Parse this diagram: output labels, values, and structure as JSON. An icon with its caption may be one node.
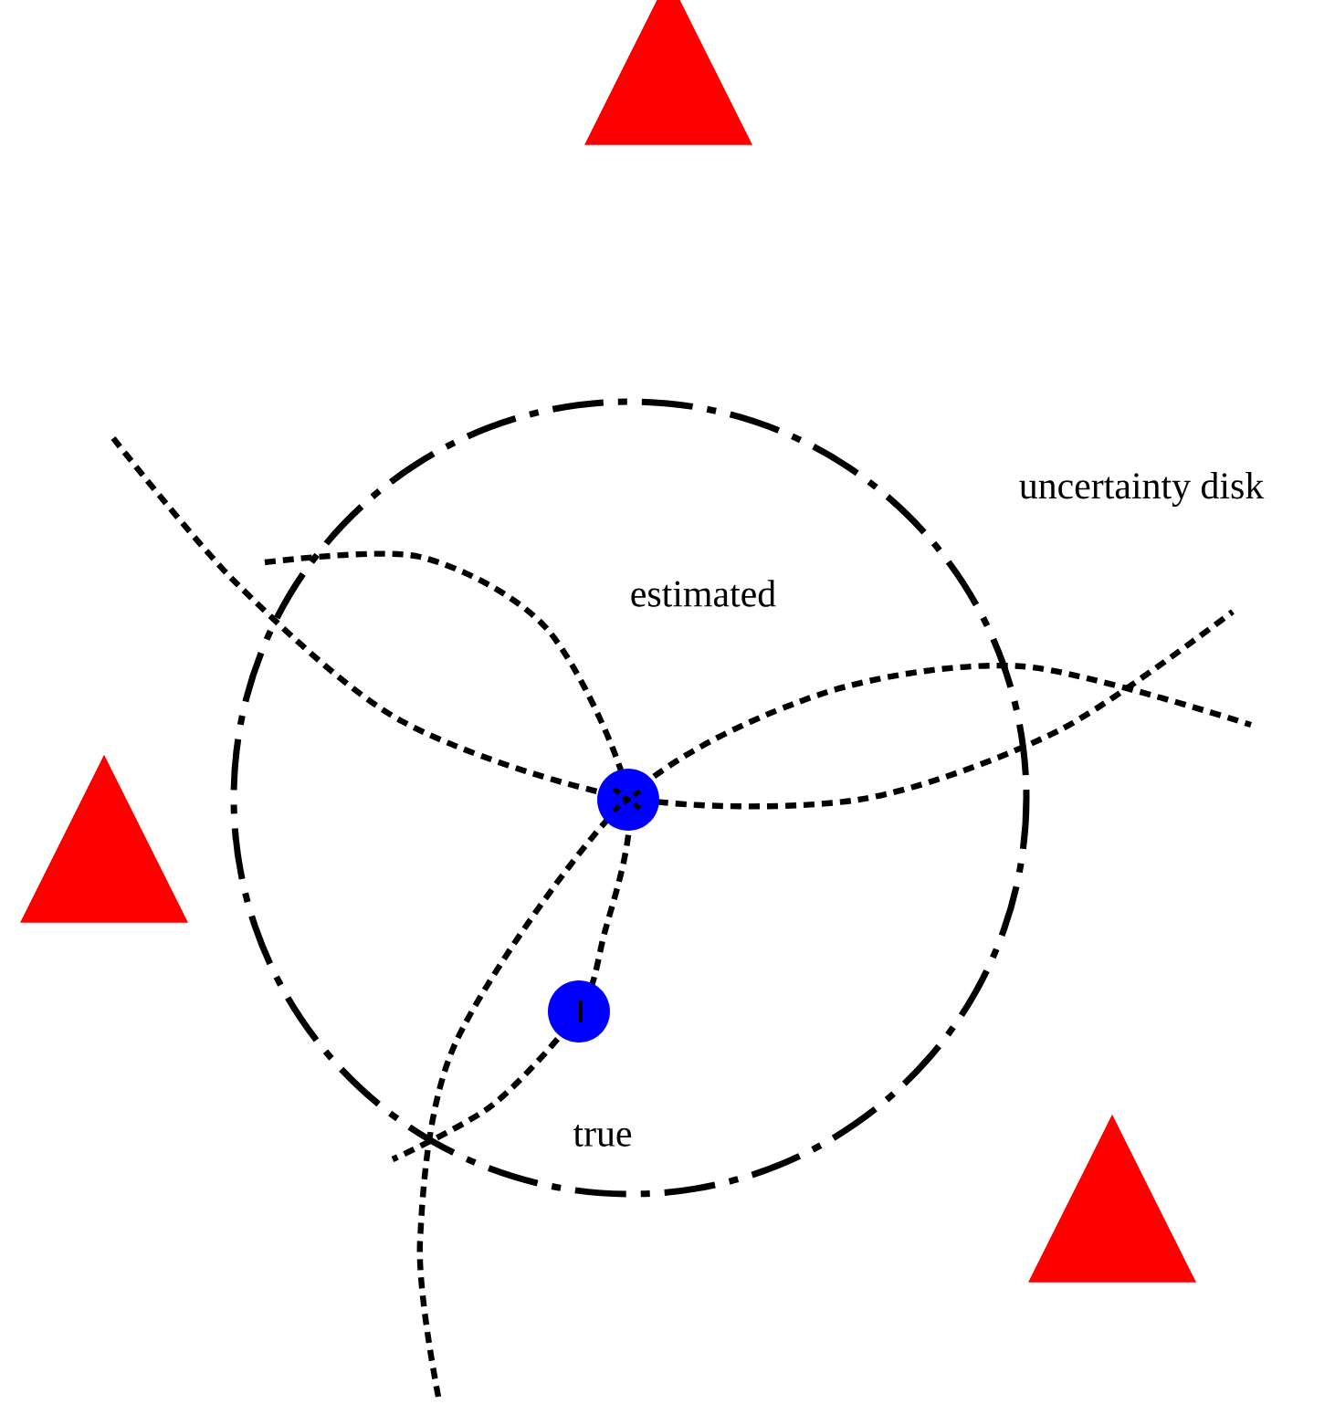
{
  "diagram": {
    "nodes": [
      {
        "text": [],
        "shape": "triangle"
      },
      {
        "text": [],
        "shape": "triangle"
      },
      {
        "text": [],
        "shape": "triangle"
      }
    ],
    "labels": [
      "uncertainty disk",
      "estimated",
      "true"
    ]
  }
}
